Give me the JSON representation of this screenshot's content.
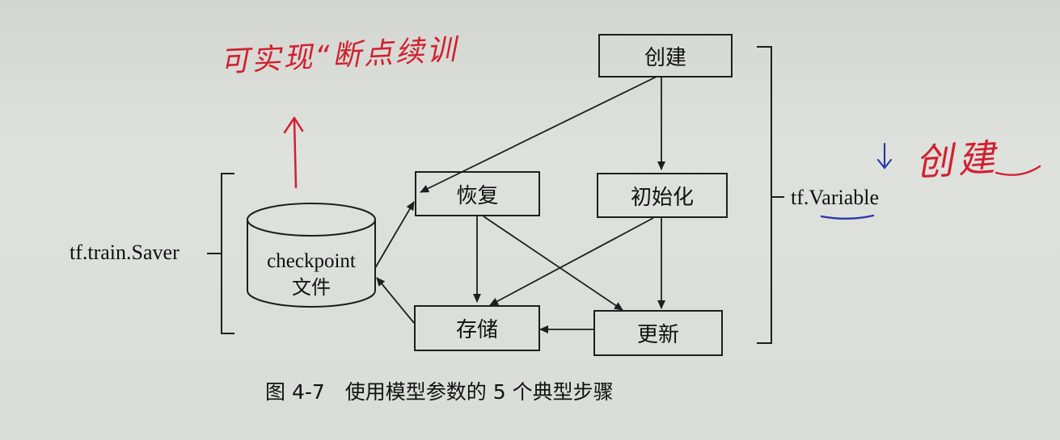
{
  "nodes": {
    "create": "创建",
    "restore": "恢复",
    "initialize": "初始化",
    "save": "存储",
    "update": "更新"
  },
  "checkpoint": {
    "line1": "checkpoint",
    "line2": "文件"
  },
  "labels": {
    "saver": "tf.train.Saver",
    "variable": "tf.Variable"
  },
  "caption": "图 4-7　使用模型参数的 5 个典型步骤",
  "annotations": {
    "handwritten_top": "可实现“断点续训",
    "handwritten_right": "创建"
  },
  "colors": {
    "ink": "#1e1e1e",
    "red_pen": "#d1202f",
    "blue_pen": "#2a3aa8"
  }
}
